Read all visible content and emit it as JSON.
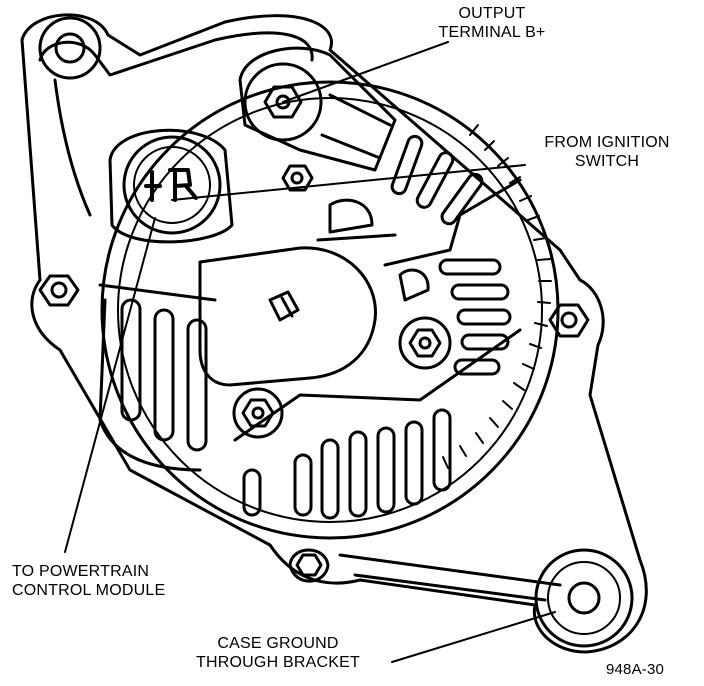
{
  "labels": {
    "output_terminal": {
      "line1": "OUTPUT",
      "line2": "TERMINAL B+"
    },
    "ignition": {
      "line1": "FROM IGNITION",
      "line2": "SWITCH"
    },
    "pcm": {
      "line1": "TO POWERTRAIN",
      "line2": "CONTROL MODULE"
    },
    "ground": {
      "line1": "CASE GROUND",
      "line2": "THROUGH BRACKET"
    }
  },
  "figure_id": "948A-30",
  "colors": {
    "ink": "#000000",
    "paper": "#ffffff"
  }
}
